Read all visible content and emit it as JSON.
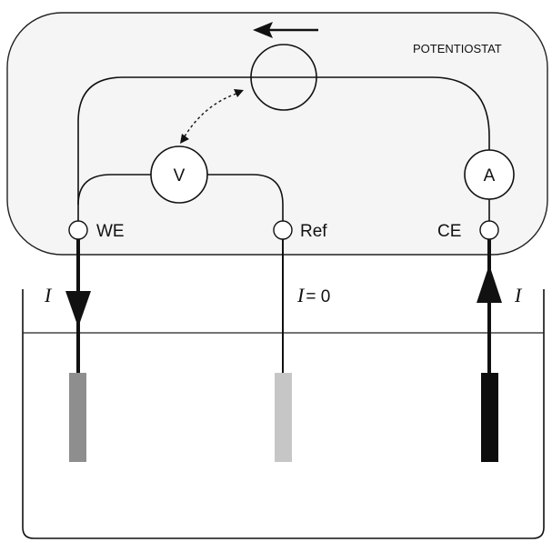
{
  "diagram": {
    "instrument_label": "POTENTIOSTAT",
    "voltmeter_symbol": "V",
    "ammeter_symbol": "A",
    "terminals": {
      "working": "WE",
      "reference": "Ref",
      "counter": "CE"
    },
    "currents": {
      "working_current": "I",
      "reference_current_symbol": "I",
      "reference_current_value": "= 0",
      "counter_current": "I"
    },
    "colors": {
      "panel_fill": "#f5f5f5",
      "panel_border": "#222222",
      "working_electrode": "#8e8e8e",
      "reference_electrode": "#c6c6c6",
      "counter_electrode": "#0d0d0d",
      "electrolyte_line": "#222222"
    }
  }
}
